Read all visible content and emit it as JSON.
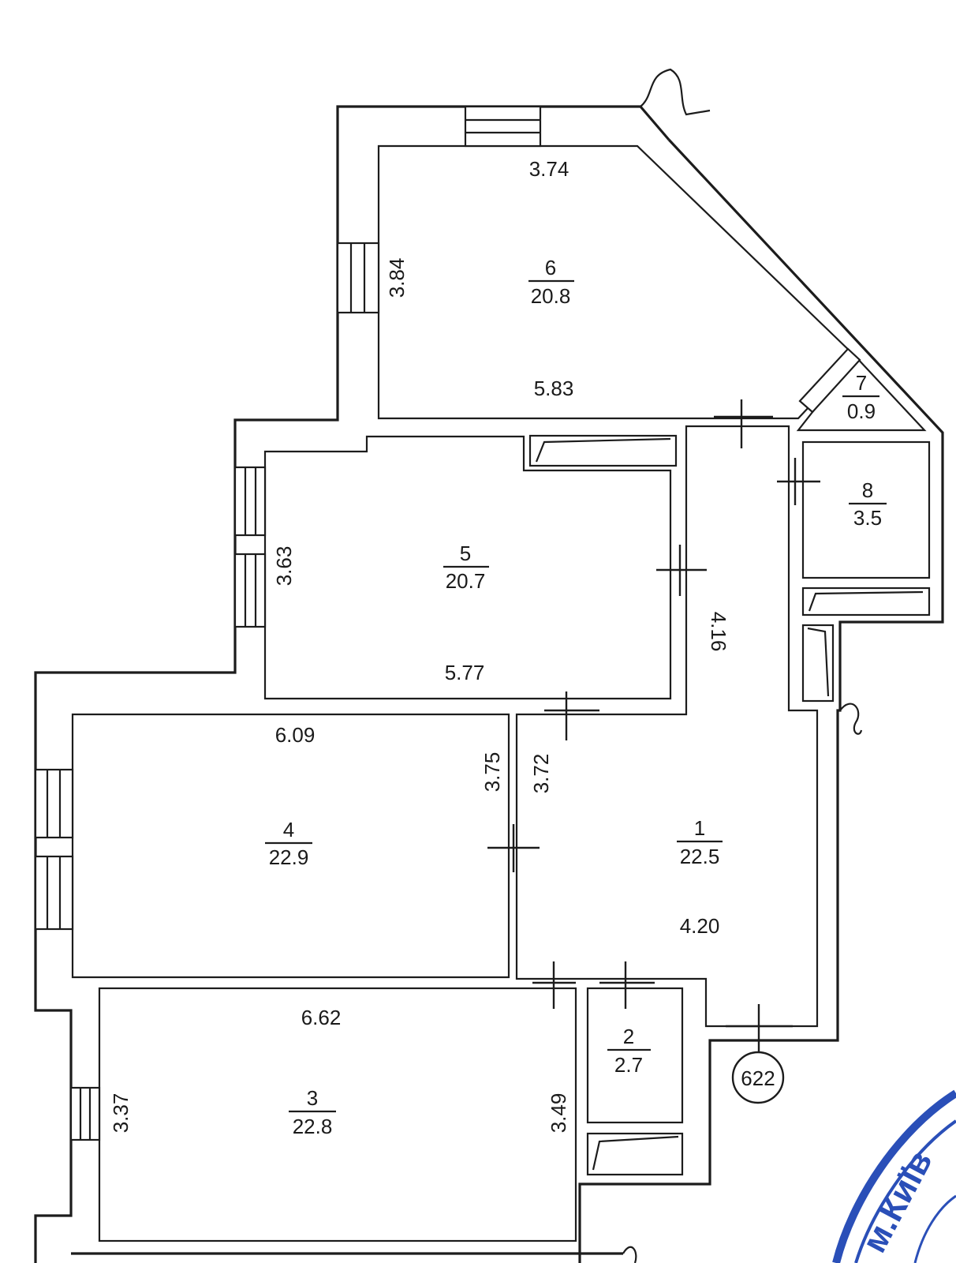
{
  "rooms": [
    {
      "num": "1",
      "area": "22.5"
    },
    {
      "num": "2",
      "area": "2.7"
    },
    {
      "num": "3",
      "area": "22.8"
    },
    {
      "num": "4",
      "area": "22.9"
    },
    {
      "num": "5",
      "area": "20.7"
    },
    {
      "num": "6",
      "area": "20.8"
    },
    {
      "num": "7",
      "area": "0.9"
    },
    {
      "num": "8",
      "area": "3.5"
    }
  ],
  "dimensions": {
    "r6_top": "3.74",
    "r6_left": "3.84",
    "r6_bottom": "5.83",
    "r5_left": "3.63",
    "r5_bottom": "5.77",
    "r5_right": "4.16",
    "r4_top": "6.09",
    "r4_right": "3.75",
    "r1_left": "3.72",
    "r1_bottom": "4.20",
    "r3_top": "6.62",
    "r3_left": "3.37",
    "r3_right": "3.49"
  },
  "apartment_number": "622",
  "stamp": {
    "text": "м.Київ",
    "color": "#2a4fb8"
  },
  "colors": {
    "lines": "#1c1c1c",
    "background": "#ffffff"
  }
}
